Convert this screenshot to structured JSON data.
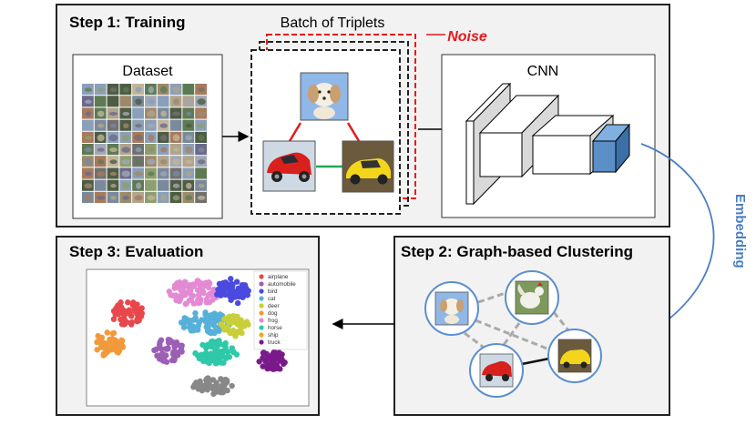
{
  "step1": {
    "title": "Step 1: Training"
  },
  "step2": {
    "title": "Step 2: Graph-based Clustering"
  },
  "step3": {
    "title": "Step 3: Evaluation"
  },
  "dataset": {
    "label": "Dataset"
  },
  "triplets": {
    "label": "Batch of Triplets",
    "noise_label": "Noise"
  },
  "cnn": {
    "label": "CNN"
  },
  "embedding": {
    "label": "Embedding"
  },
  "legend": {
    "items": [
      {
        "label": "airplane",
        "color": "#e8474b"
      },
      {
        "label": "automobile",
        "color": "#9b5fb5"
      },
      {
        "label": "bird",
        "color": "#4a4adf"
      },
      {
        "label": "cat",
        "color": "#56b0d9"
      },
      {
        "label": "deer",
        "color": "#c8cf3a"
      },
      {
        "label": "dog",
        "color": "#f29a3a"
      },
      {
        "label": "frog",
        "color": "#e48ad4"
      },
      {
        "label": "horse",
        "color": "#2fc8a8"
      },
      {
        "label": "ship",
        "color": "#f5a81c"
      },
      {
        "label": "truck",
        "color": "#7a1a8a"
      }
    ]
  },
  "colors": {
    "noise": "#e8191c",
    "embedding": "#4a7ec2",
    "cube_blue": "#5a8fc8"
  }
}
